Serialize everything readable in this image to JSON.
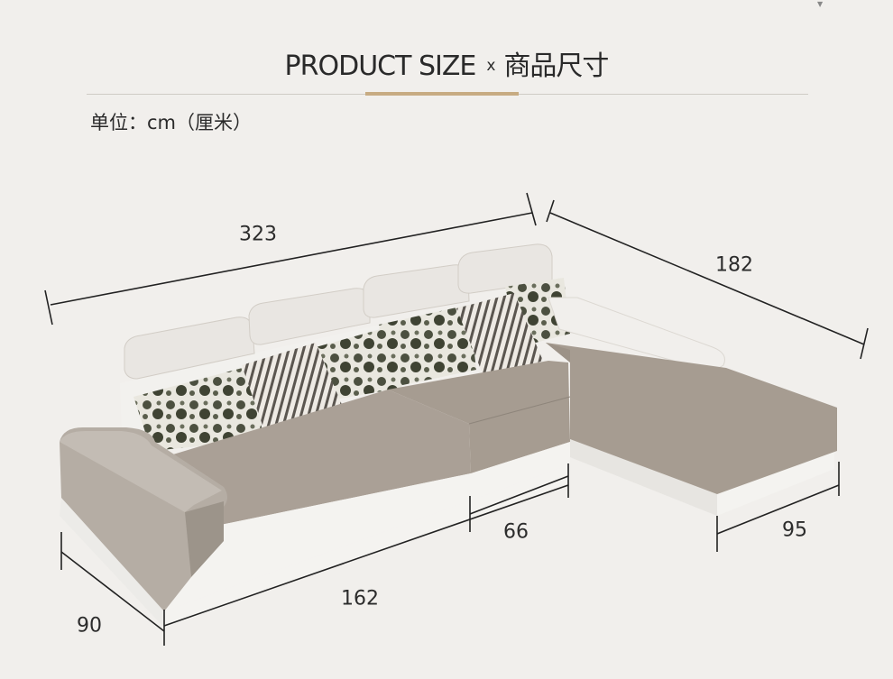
{
  "header": {
    "title_en": "PRODUCT SIZE",
    "separator": "x",
    "title_cn": "商品尺寸"
  },
  "unit_label": "单位：cm（厘米）",
  "dimensions": {
    "total_length": "323",
    "chaise_length": "182",
    "seat_depth_small": "66",
    "chaise_width": "95",
    "front_length": "162",
    "depth": "90"
  },
  "colors": {
    "background": "#f1efec",
    "accent": "#c7ab82",
    "fabric": "#a79d92",
    "base_white": "#f3f1ee",
    "cushion_pattern": "#4c5040"
  }
}
